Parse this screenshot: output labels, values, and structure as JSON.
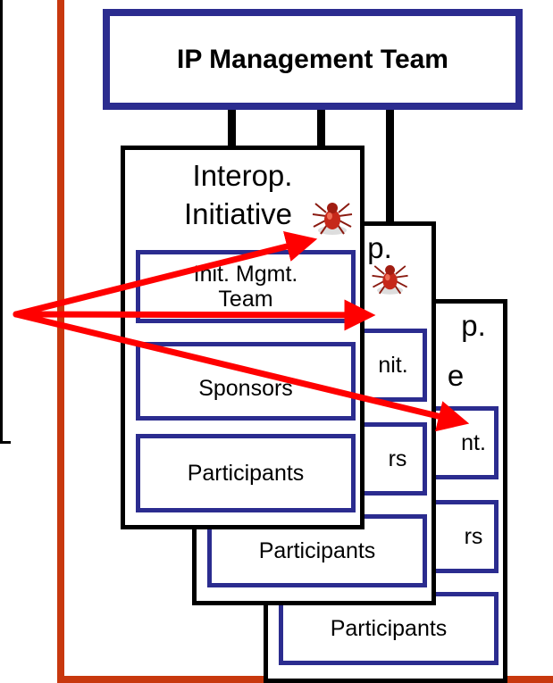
{
  "management_team": {
    "title": "IP Management Team"
  },
  "front_card": {
    "title_line1": "Interop.",
    "title_line2": "Initiative",
    "boxes": [
      "Init. Mgmt. Team",
      "Sponsors",
      "Participants"
    ]
  },
  "middle_card": {
    "title_fragment": "p.",
    "boxes": [
      "nit.",
      "rs",
      "Participants"
    ]
  },
  "back_card": {
    "title_fragment_1": "p.",
    "title_fragment_2": "e",
    "boxes": [
      "nt.",
      "rs",
      "Participants"
    ]
  },
  "icons": [
    "bug-icon",
    "bug-icon"
  ],
  "colors": {
    "box_border": "#2b2c8f",
    "arrow": "#ff0000",
    "frame_line": "#c8380e"
  }
}
